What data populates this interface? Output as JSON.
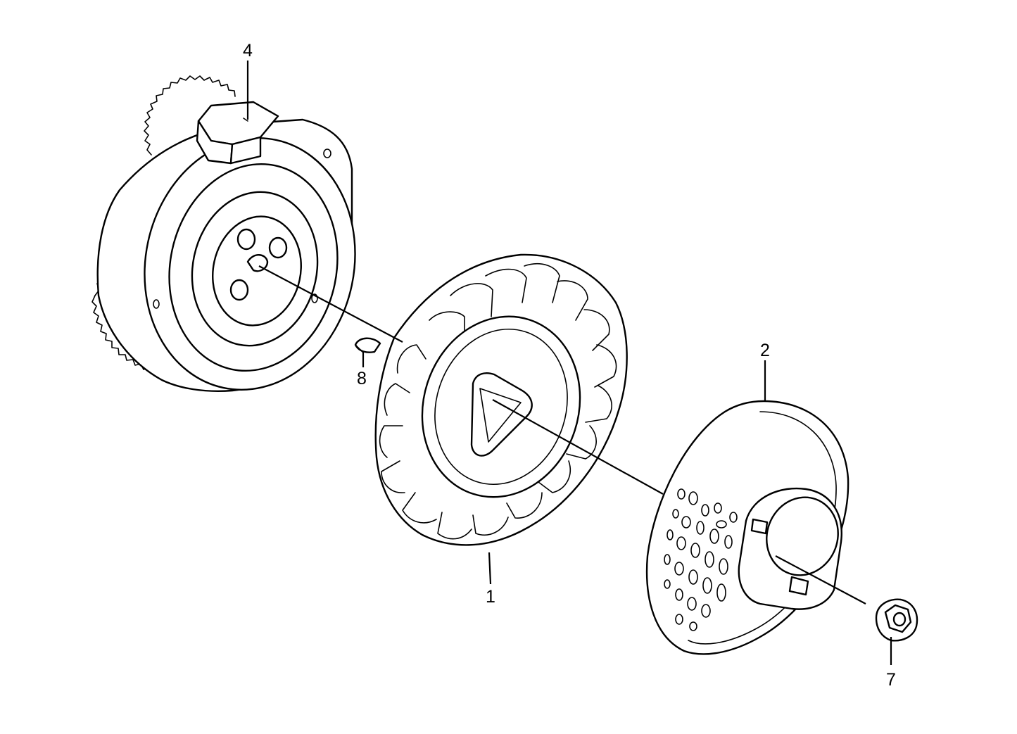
{
  "diagram": {
    "parts": [
      {
        "id": "flywheel",
        "callout": "4",
        "icon": "flywheel-icon"
      },
      {
        "id": "woodruff-key",
        "callout": "8",
        "icon": "key-icon"
      },
      {
        "id": "cooling-fan",
        "callout": "1",
        "icon": "fan-icon"
      },
      {
        "id": "fan-cover-pulley",
        "callout": "2",
        "icon": "pulley-icon"
      },
      {
        "id": "flange-nut",
        "callout": "7",
        "icon": "nut-icon"
      }
    ]
  }
}
